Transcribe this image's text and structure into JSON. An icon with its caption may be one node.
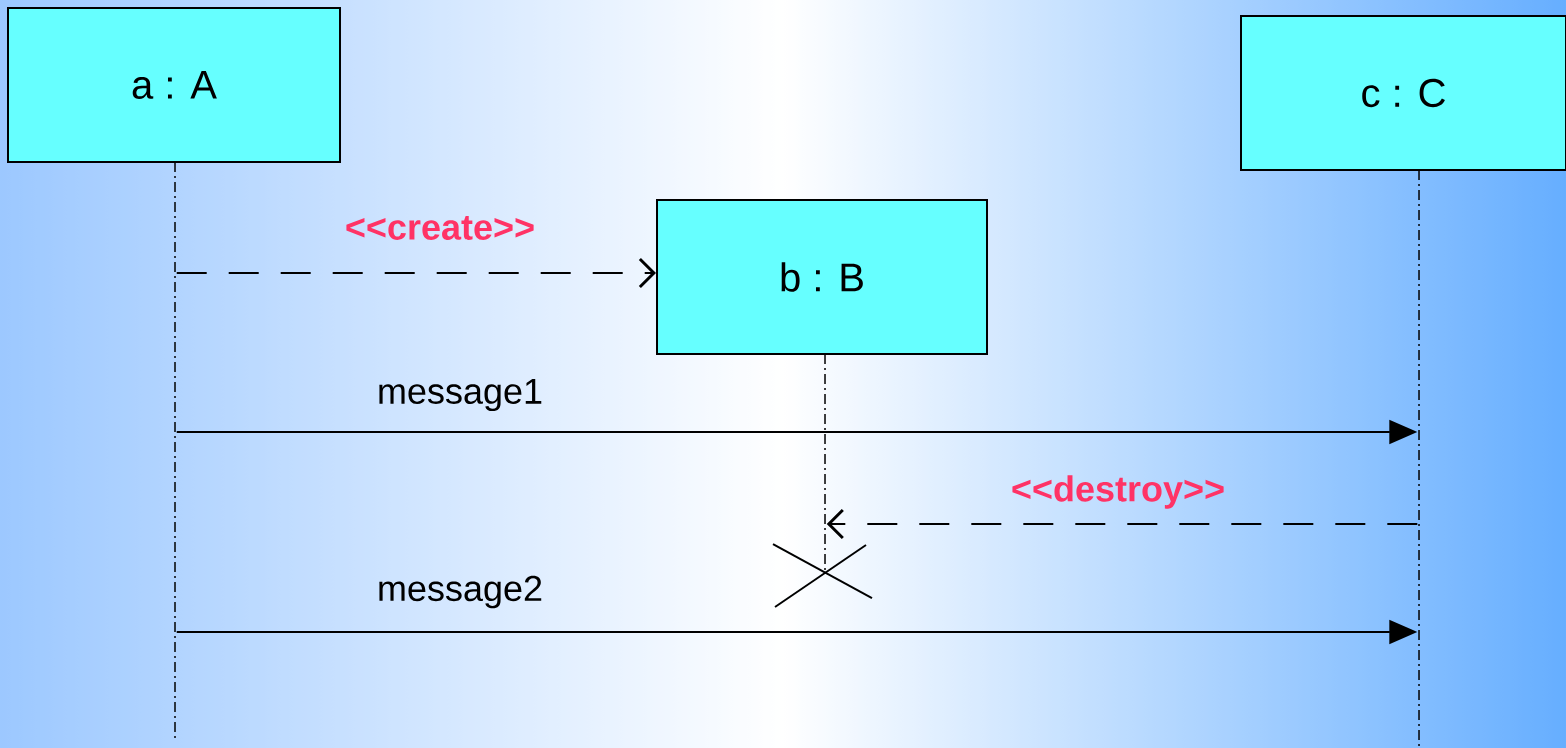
{
  "diagram": {
    "nodes": [
      {
        "text": [
          "a : A"
        ]
      },
      {
        "text": [
          "b : B"
        ]
      },
      {
        "text": [
          "c : C"
        ]
      },
      {
        "text": [],
        "shape": "line"
      },
      {
        "text": [],
        "shape": "line"
      },
      {
        "text": [],
        "shape": "line"
      }
    ],
    "edges": [
      {
        "from": 3,
        "to": 1,
        "arrow": "to",
        "label": "<<create>>",
        "style": "dashed"
      },
      {
        "from": 3,
        "to": 5,
        "arrow": "to",
        "label": "message1"
      },
      {
        "from": 5,
        "to": 4,
        "arrow": "to",
        "label": "<<destroy>>",
        "style": "dashed"
      },
      {
        "from": 3,
        "to": 5,
        "arrow": "to",
        "label": "message2"
      }
    ]
  }
}
